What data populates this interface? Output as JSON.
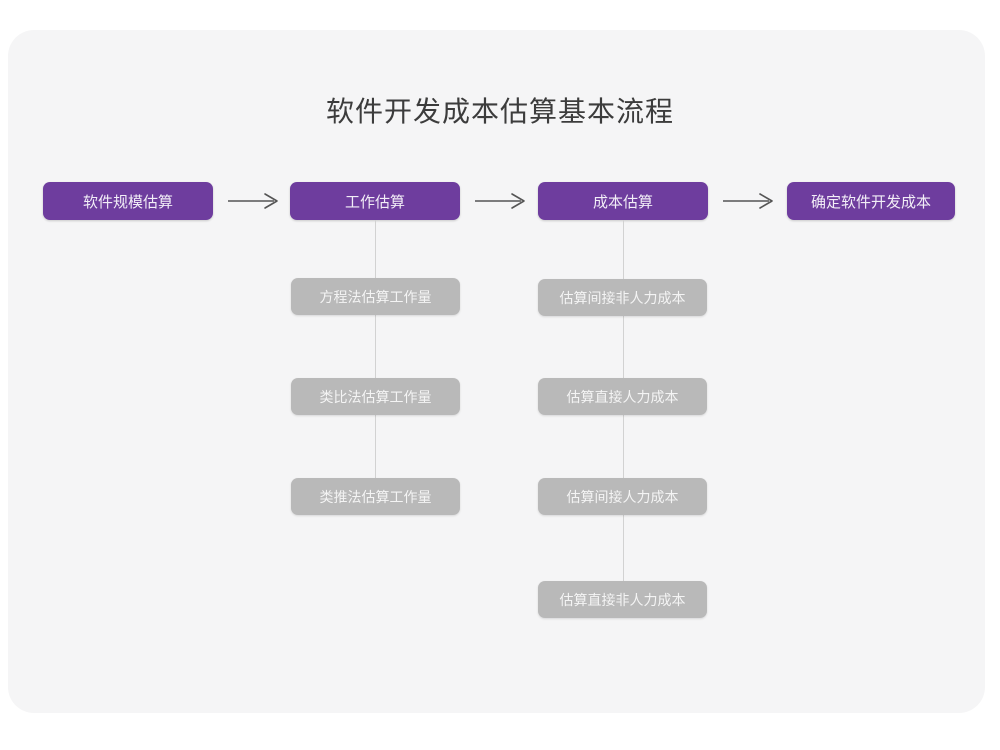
{
  "diagram": {
    "title": "软件开发成本估算基本流程",
    "colors": {
      "card_background": "#f5f5f6",
      "page_background": "#ffffff",
      "primary_node": "#6e3d9e",
      "primary_node_text": "#f2eef7",
      "sub_node": "#b9b9b9",
      "sub_node_text": "#f4f4f4",
      "connector": "#d2d2d2",
      "arrow": "#555555",
      "title_text": "#3c3c3c"
    },
    "flow": [
      {
        "id": "step-1",
        "label": "软件规模估算",
        "children": []
      },
      {
        "id": "step-2",
        "label": "工作估算",
        "children": [
          "方程法估算工作量",
          "类比法估算工作量",
          "类推法估算工作量"
        ]
      },
      {
        "id": "step-3",
        "label": "成本估算",
        "children": [
          "估算间接非人力成本",
          "估算直接人力成本",
          "估算间接人力成本",
          "估算直接非人力成本"
        ]
      },
      {
        "id": "step-4",
        "label": "确定软件开发成本",
        "children": []
      }
    ],
    "arrows": [
      {
        "id": "arrow-1",
        "icon": "arrow-right-icon",
        "from": "step-1",
        "to": "step-2"
      },
      {
        "id": "arrow-2",
        "icon": "arrow-right-icon",
        "from": "step-2",
        "to": "step-3"
      },
      {
        "id": "arrow-3",
        "icon": "arrow-right-icon",
        "from": "step-3",
        "to": "step-4"
      }
    ]
  }
}
